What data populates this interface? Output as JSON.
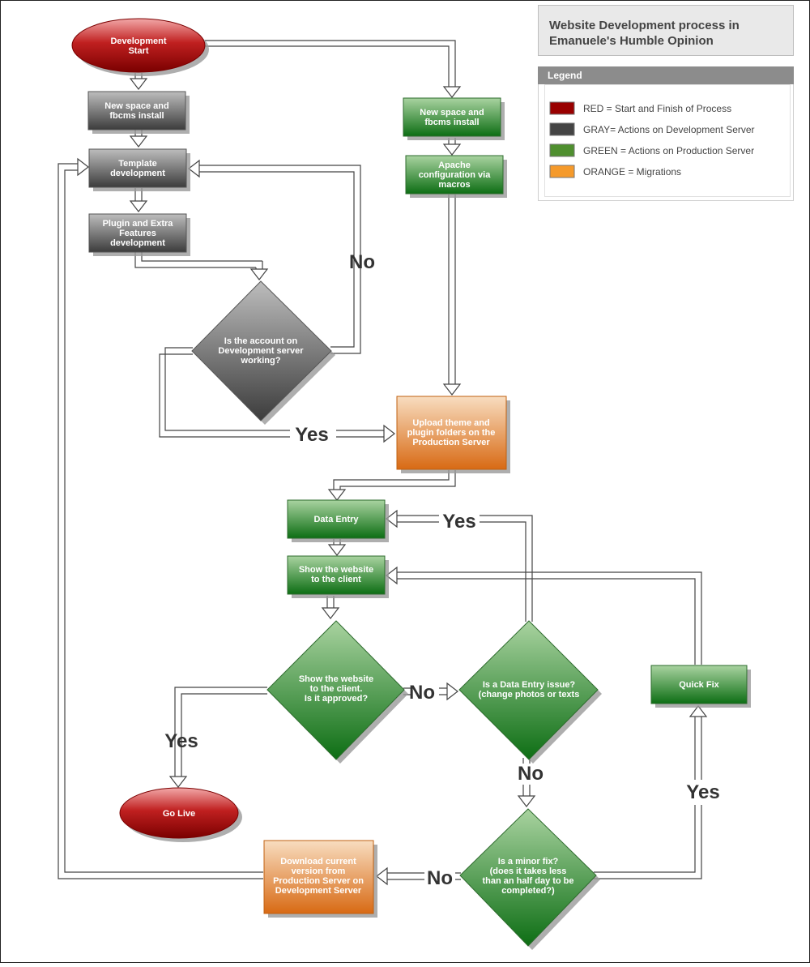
{
  "title": {
    "line1": "Website Development process in",
    "line2": "Emanuele's Humble Opinion"
  },
  "legend": {
    "heading": "Legend",
    "items": [
      {
        "color": "#990000",
        "label": "RED = Start and Finish of Process"
      },
      {
        "color": "#444444",
        "label": "GRAY= Actions on Development Server"
      },
      {
        "color": "#4f8f2f",
        "label": "GREEN = Actions on Production Server"
      },
      {
        "color": "#f59a2b",
        "label": "ORANGE = Migrations"
      }
    ]
  },
  "nodes": {
    "dev_start": [
      "Development",
      "Start"
    ],
    "new_space_dev": [
      "New space and",
      "fbcms install"
    ],
    "template_dev": [
      "Template",
      "development"
    ],
    "plugin_dev": [
      "Plugin and Extra",
      "Features",
      "development"
    ],
    "account_working": [
      "Is the account on",
      "Development server",
      "working?"
    ],
    "new_space_prod": [
      "New space and",
      "fbcms install"
    ],
    "apache_config": [
      "Apache",
      "configuration via",
      "macros"
    ],
    "upload_theme": [
      "Upload theme and",
      "plugin folders on the",
      "Production Server"
    ],
    "data_entry": [
      "Data Entry"
    ],
    "show_website": [
      "Show the website",
      "to the client"
    ],
    "approved": [
      "Show the website",
      "to the client.",
      "Is it approved?"
    ],
    "data_entry_issue": [
      "Is a Data Entry issue?",
      "(change photos or texts"
    ],
    "quick_fix": [
      "Quick Fix"
    ],
    "go_live": [
      "Go Live"
    ],
    "minor_fix": [
      "Is a minor fix?",
      "(does it takes less",
      "than an half day to be",
      "completed?)"
    ],
    "download_version": [
      "Download current",
      "version from",
      "Production Server on",
      "Development Server"
    ]
  },
  "edge_labels": {
    "no_account": "No",
    "yes_account": "Yes",
    "yes_data_entry": "Yes",
    "no_approved": "No",
    "yes_approved": "Yes",
    "no_data_entry": "No",
    "yes_minor": "Yes",
    "no_minor": "No"
  }
}
